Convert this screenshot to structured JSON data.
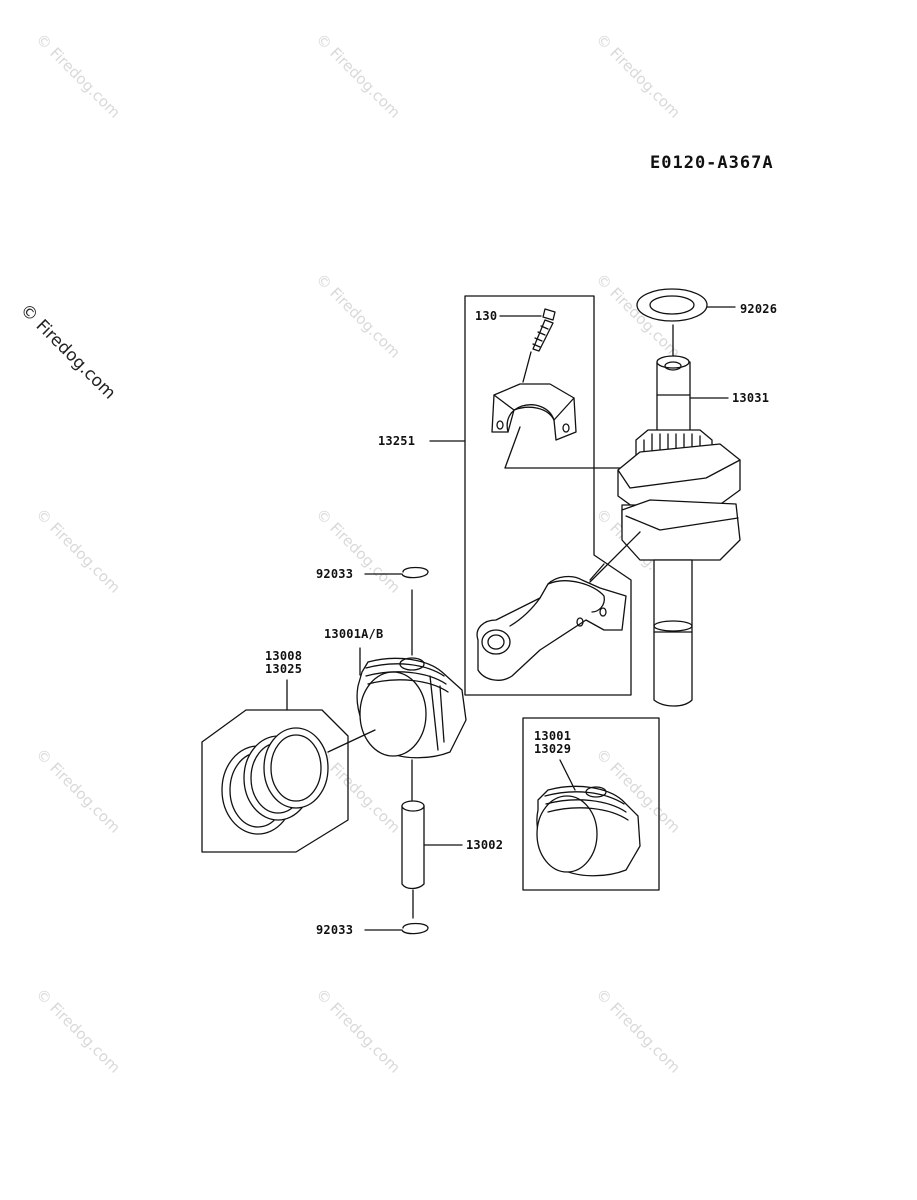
{
  "diagram_code": "E0120-A367A",
  "watermark": "© Firedog.com",
  "callouts": {
    "bolt": "130",
    "washer": "92026",
    "crankshaft": "13031",
    "conrod_set": "13251",
    "circlip_top": "92033",
    "piston_ab": "13001A/B",
    "ring_set_a": "13008",
    "ring_set_b": "13025",
    "piston_pin": "13002",
    "circlip_bottom": "92033",
    "piston_std_a": "13001",
    "piston_std_b": "13029"
  },
  "colors": {
    "line": "#111111",
    "watermark": "#d9d9d9"
  }
}
